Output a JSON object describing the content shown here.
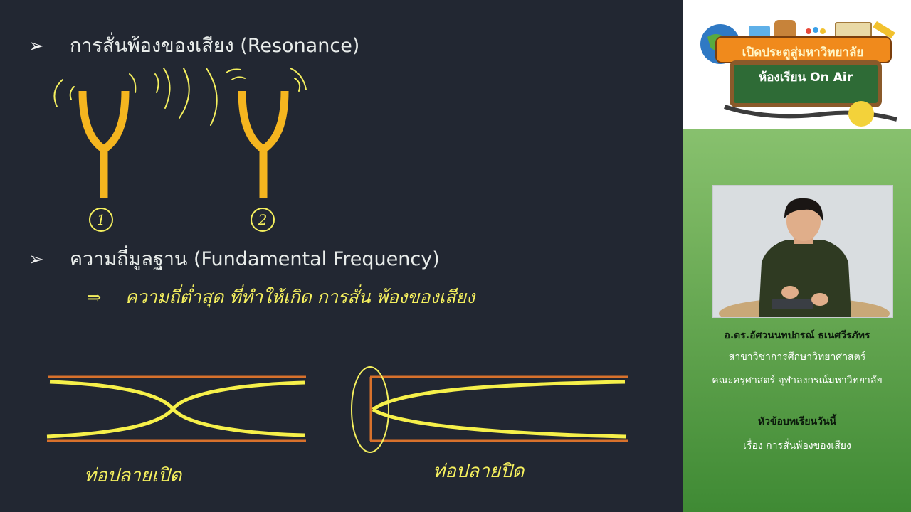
{
  "board": {
    "bullet_1": "การสั่นพ้องของเสียง (Resonance)",
    "bullet_2": "ความถี่มูลฐาน (Fundamental Frequency)",
    "bullet_marker": "➢",
    "implication_arrow": "⇒",
    "handwritten_definition": "ความถี่ต่ำสุด ที่ทำให้เกิด การสั่น พ้องของเสียง",
    "fork_1_label": "1",
    "fork_2_label": "2",
    "open_pipe_label": "ท่อปลายเปิด",
    "closed_pipe_label": "ท่อปลายปิด",
    "colors": {
      "fork": "#f5b51f",
      "ink": "#f4ef5e",
      "pipe": "#d8712c",
      "wave": "#f6f04a"
    }
  },
  "sidebar": {
    "logo": {
      "title": "เปิดประตูสู่มหาวิทยาลัย",
      "subtitle": "ห้องเรียน On Air"
    },
    "instructor_name": "อ.ดร.อัศวนนทปกรณ์ ธเนศวีรภัทร",
    "department": "สาขาวิชาการศึกษาวิทยาศาสตร์",
    "faculty": "คณะครุศาสตร์ จุฬาลงกรณ์มหาวิทยาลัย",
    "topic_heading": "หัวข้อบทเรียนวันนี้",
    "topic": "เรื่อง การสั่นพ้องของเสียง"
  }
}
